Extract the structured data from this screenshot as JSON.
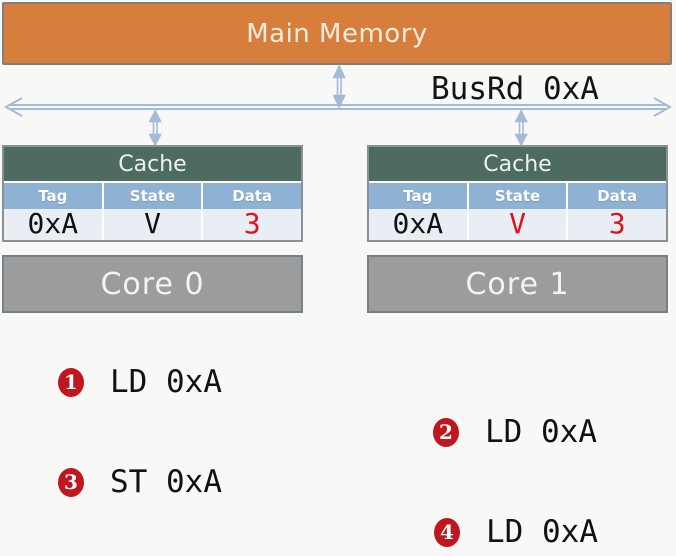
{
  "memory": {
    "label": "Main Memory"
  },
  "bus": {
    "label": "BusRd 0xA"
  },
  "caches": [
    {
      "title": "Cache",
      "columns": [
        "Tag",
        "State",
        "Data"
      ],
      "row": {
        "tag": "0xA",
        "state": "V",
        "data": "3"
      },
      "core": "Core 0"
    },
    {
      "title": "Cache",
      "columns": [
        "Tag",
        "State",
        "Data"
      ],
      "row": {
        "tag": "0xA",
        "state": "V",
        "data": "3"
      },
      "core": "Core 1"
    }
  ],
  "steps": [
    {
      "num": "1",
      "op": "LD 0xA"
    },
    {
      "num": "2",
      "op": "LD 0xA"
    },
    {
      "num": "3",
      "op": "ST 0xA"
    },
    {
      "num": "4",
      "op": "LD 0xA"
    }
  ],
  "colors": {
    "memory_orange": "#d87e3d",
    "cache_header_green": "#4d6b60",
    "column_header_blue": "#8fb2d4",
    "value_row_light": "#e9eef5",
    "core_gray": "#9c9c9c",
    "arrow_blue": "#a3bbd6",
    "highlight_red": "#e01119",
    "badge_red": "#bf1620"
  }
}
